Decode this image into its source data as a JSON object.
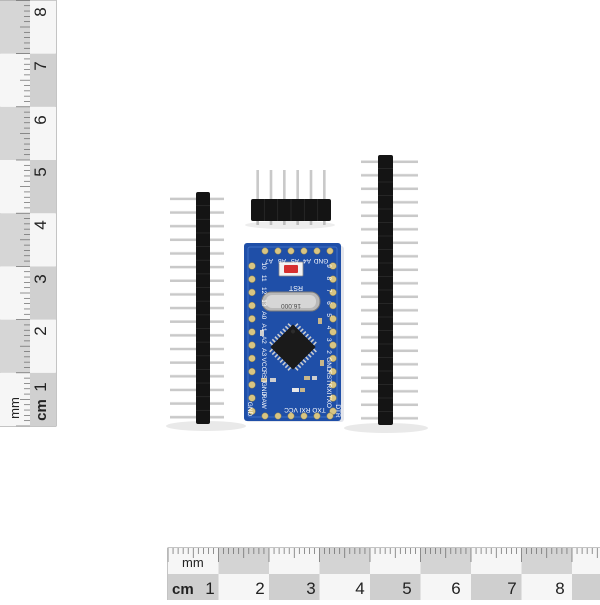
{
  "scene": {
    "subject": "pro-mini-board-with-pin-headers",
    "background_color": "#ffffff",
    "board_color": "#1f4fa8",
    "header_color": "#111111",
    "pin_color": "#c9c9c9"
  },
  "ruler_vertical": {
    "unit_labels": [
      "mm",
      "cm"
    ],
    "numbers": [
      "1",
      "2",
      "3",
      "4",
      "5",
      "6",
      "7",
      "8"
    ]
  },
  "ruler_horizontal": {
    "unit_labels": [
      "mm",
      "cm"
    ],
    "numbers": [
      "1",
      "2",
      "3",
      "4",
      "5",
      "6",
      "7",
      "8"
    ]
  },
  "board": {
    "top_labels": [
      "GND",
      "A4",
      "A5",
      "A6",
      "A7"
    ],
    "left_labels": [
      "10",
      "11",
      "12",
      "13",
      "A0",
      "A1",
      "A2",
      "A3",
      "VCC",
      "RST",
      "GND",
      "RAW"
    ],
    "right_labels": [
      "9",
      "8",
      "7",
      "6",
      "5",
      "4",
      "3",
      "2",
      "GND",
      "RST",
      "RXI",
      "TXO"
    ],
    "bottom_labels": [
      "GND",
      "VCC",
      "RXI",
      "TXO",
      "DTR"
    ],
    "reset_label": "RST",
    "crystal_text": "16.000"
  }
}
